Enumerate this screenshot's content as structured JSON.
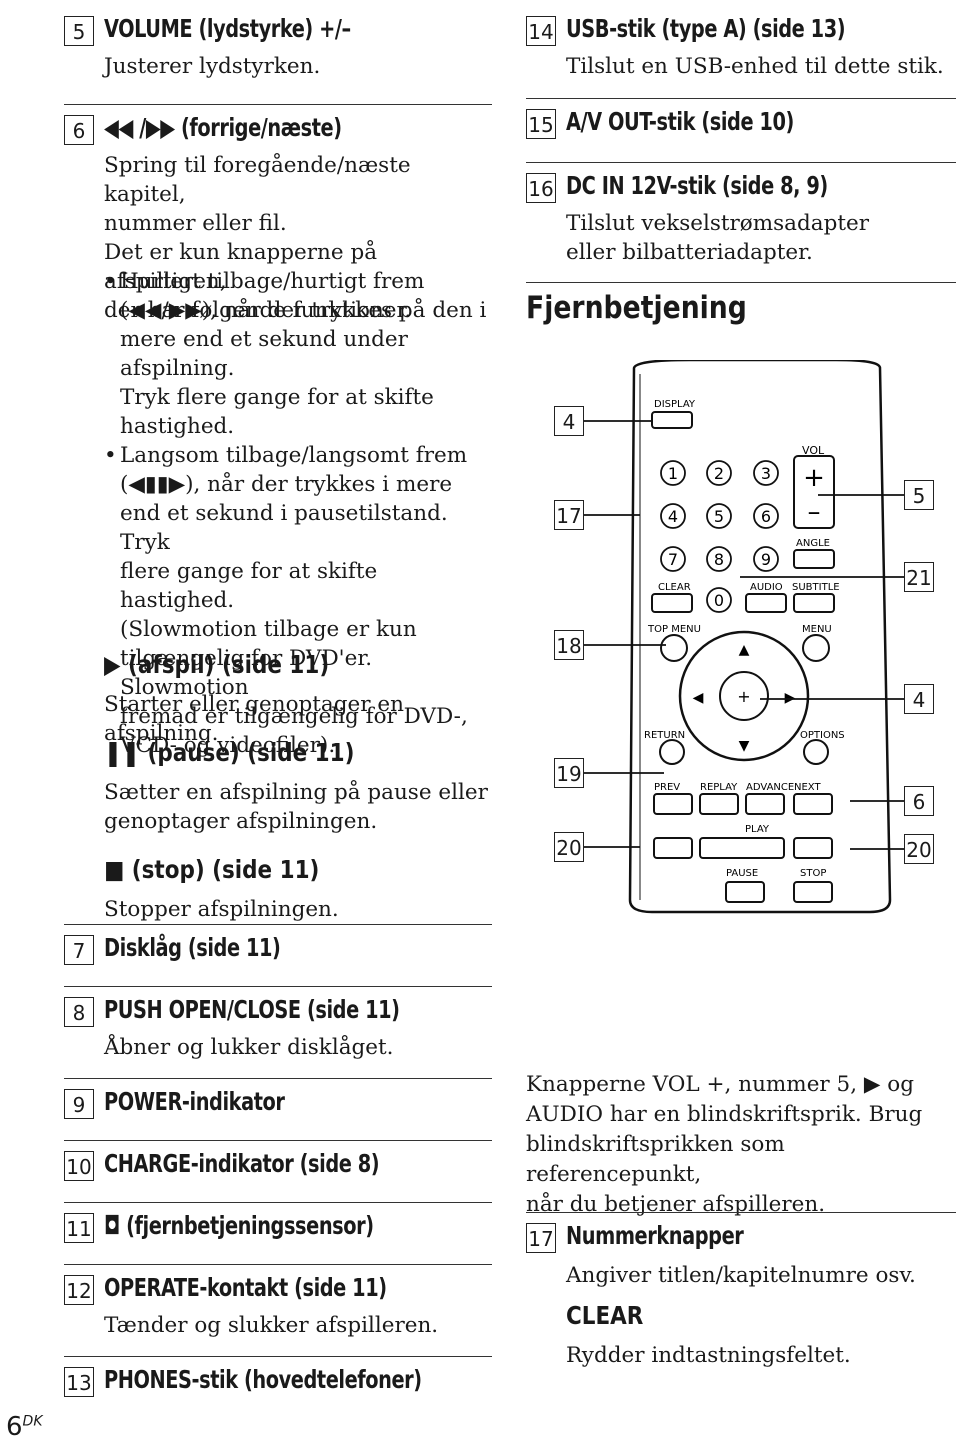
{
  "left_items": [
    {
      "num": "5",
      "title": "VOLUME (lydstyrke) +/–",
      "lines": [
        "Justerer lydstyrken."
      ]
    },
    {
      "num": "6",
      "title": "◀◀ /▶▶ (forrige/næste)",
      "lines": [
        "Spring til foregående/næste kapitel,",
        "nummer eller fil.",
        "Det er kun knapperne på afspilleren,",
        "der har følgende funktioner."
      ],
      "bullets": [
        [
          "Hurtigt tilbage/hurtigt frem",
          "(◀◀/▶▶), når der trykkes på den i",
          "mere end et sekund under afspilning.",
          "Tryk flere gange for at skifte",
          "hastighed."
        ],
        [
          "Langsom tilbage/langsomt frem",
          "(◀▮▮▶), når der trykkes i mere",
          "end et sekund i pausetilstand. Tryk",
          "flere gange for at skifte hastighed.",
          "(Slowmotion tilbage er kun",
          "tilgængelig for DVD'er. Slowmotion",
          "fremad er tilgængelig for DVD-,",
          "VCD- og videofiler)."
        ]
      ],
      "subs": [
        {
          "title": "▶ (afspil) (side 11)",
          "text": [
            "Starter eller genoptager en afspilning."
          ]
        },
        {
          "title": "❚❚ (pause) (side 11)",
          "text": [
            "Sætter en afspilning på pause eller",
            "genoptager afspilningen."
          ]
        },
        {
          "title": "■ (stop) (side 11)",
          "text": [
            "Stopper afspilningen."
          ]
        }
      ]
    },
    {
      "num": "7",
      "title": "Disklåg (side 11)",
      "lines": []
    },
    {
      "num": "8",
      "title": "PUSH OPEN/CLOSE (side 11)",
      "lines": [
        "Åbner og lukker disklåget."
      ]
    },
    {
      "num": "9",
      "title": "POWER-indikator",
      "lines": []
    },
    {
      "num": "10",
      "title": "CHARGE-indikator (side 8)",
      "lines": []
    },
    {
      "num": "11",
      "title": "◘ (fjernbetjeningssensor)",
      "lines": []
    },
    {
      "num": "12",
      "title": "OPERATE-kontakt (side 11)",
      "lines": [
        "Tænder og slukker afspilleren."
      ]
    },
    {
      "num": "13",
      "title": "PHONES-stik (hovedtelefoner)",
      "lines": []
    }
  ],
  "right_items": [
    {
      "num": "14",
      "title": "USB-stik (type A) (side 13)",
      "lines": [
        "Tilslut en USB-enhed til dette stik."
      ]
    },
    {
      "num": "15",
      "title": "A/V OUT-stik (side 10)",
      "lines": []
    },
    {
      "num": "16",
      "title": "DC IN 12V-stik (side 8, 9)",
      "lines": [
        "Tilslut vekselstrømsadapter",
        "eller bilbatteriadapter."
      ]
    }
  ],
  "section_title": "Fjernbetjening",
  "braille_note": [
    "Knapperne VOL +, nummer 5, ▶ og",
    "AUDIO har en blindskriftsprik. Brug",
    "blindskriftsprikken som referencepunkt,",
    "når du betjener afspilleren."
  ],
  "item17": {
    "num": "17",
    "title": "Nummerknapper",
    "text": "Angiver titlen/kapitelnumre osv.",
    "sub_title": "CLEAR",
    "sub_text": "Rydder indtastningsfeltet."
  },
  "page": {
    "number": "6",
    "suffix": "DK"
  },
  "remote": {
    "labels": {
      "display": "DISPLAY",
      "vol": "VOL",
      "angle": "ANGLE",
      "clear": "CLEAR",
      "audio": "AUDIO",
      "subtitle": "SUBTITLE",
      "top_menu": "TOP MENU",
      "menu": "MENU",
      "return": "RETURN",
      "options": "OPTIONS",
      "prev": "PREV",
      "replay": "REPLAY",
      "advance": "ADVANCE",
      "next": "NEXT",
      "play": "PLAY",
      "pause": "PAUSE",
      "stop": "STOP"
    },
    "callouts_left": [
      "4",
      "17",
      "18",
      "19",
      "20"
    ],
    "callouts_right": [
      "5",
      "21",
      "4",
      "6",
      "20"
    ],
    "digits": [
      "1",
      "2",
      "3",
      "4",
      "5",
      "6",
      "7",
      "8",
      "9",
      "0"
    ]
  }
}
